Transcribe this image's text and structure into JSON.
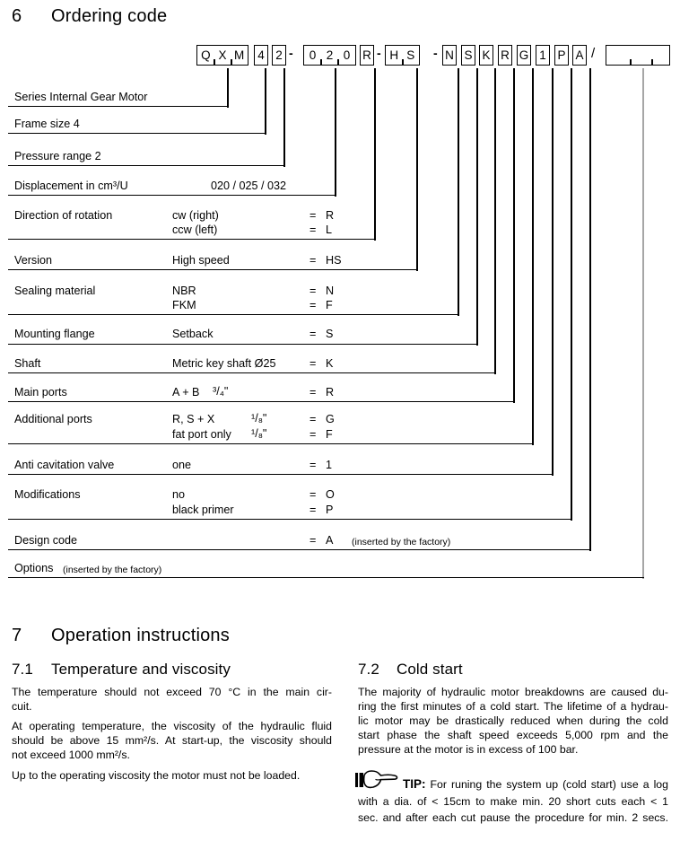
{
  "colors": {
    "ink": "#000000",
    "options_drop_line": "#a6a6a6"
  },
  "sections": {
    "ordering": {
      "num": "6",
      "title": "Ordering code"
    },
    "operation": {
      "num": "7",
      "title": "Operation instructions"
    },
    "temperature": {
      "num": "7.1",
      "title": "Temperature and viscosity",
      "p1": [
        "The temperature should not exceed 70 °C in the main cir-",
        "cuit."
      ],
      "p2": [
        "At operating temperature, the viscosity of the hydraulic fluid",
        "should be above 15 mm²/s. At start-up, the viscosity should",
        "not exceed 1000 mm²/s."
      ],
      "p3": [
        "Up to the operating viscosity the motor must not be loaded."
      ]
    },
    "coldstart": {
      "num": "7.2",
      "title": "Cold start",
      "p1": [
        "The majority of hydraulic motor breakdowns are caused du-",
        "ring the first minutes of a cold start. The lifetime of a hydrau-",
        "lic motor may be drastically reduced when during the cold",
        "start phase the shaft speed exceeds 5,000 rpm and the",
        "pressure at the motor is in excess of 100 bar."
      ],
      "tip_label": "TIP:",
      "tip_lines": [
        "For runing the system up (cold start) use a log",
        "with a dia. of < 15cm to make min. 20 short cuts each < 1",
        "sec. and after each cut pause the procedure for min. 2 secs."
      ]
    }
  },
  "code_row": {
    "series_cells": [
      "Q",
      "X",
      "M"
    ],
    "frame": "4",
    "pressure": "2",
    "dash1": "-",
    "disp_cells": [
      "0",
      "2",
      "0"
    ],
    "rotation": "R",
    "dash2": "-",
    "version_cells": [
      "H",
      "S"
    ],
    "dash3": "-",
    "sealing": "N",
    "flange": "S",
    "shaft": "K",
    "ports": "R",
    "addports": "G",
    "valve": "1",
    "mods": "P",
    "design": "A",
    "slash": "/",
    "options_cells": [
      "",
      "",
      ""
    ]
  },
  "rows": [
    {
      "label": "Series Internal Gear Motor"
    },
    {
      "label": "Frame size 4"
    },
    {
      "label": "Pressure range 2"
    },
    {
      "label": "Displacement in cm³/U",
      "value": "020 / 025 / 032"
    },
    {
      "label": "Direction of rotation",
      "opts": [
        {
          "t": "cw (right)",
          "eq": "=",
          "c": "R"
        },
        {
          "t": "ccw (left)",
          "eq": "=",
          "c": "L"
        }
      ]
    },
    {
      "label": "Version",
      "opts": [
        {
          "t": "High speed",
          "eq": "=",
          "c": "HS"
        }
      ]
    },
    {
      "label": "Sealing material",
      "opts": [
        {
          "t": "NBR",
          "eq": "=",
          "c": "N"
        },
        {
          "t": "FKM",
          "eq": "=",
          "c": "F"
        }
      ]
    },
    {
      "label": "Mounting flange",
      "opts": [
        {
          "t": "Setback",
          "eq": "=",
          "c": "S"
        }
      ]
    },
    {
      "label": "Shaft",
      "opts": [
        {
          "t": "Metric key shaft  Ø25",
          "eq": "=",
          "c": "K"
        }
      ]
    },
    {
      "label": "Main ports",
      "opts": [
        {
          "t": "A + B",
          "frac": "³/₄\"",
          "eq": "=",
          "c": "R"
        }
      ]
    },
    {
      "label": "Additional ports",
      "opts": [
        {
          "t": "R, S + X",
          "frac": "¹/₈\"",
          "eq": "=",
          "c": "G"
        },
        {
          "t": "fat port only",
          "frac": "¹/₈\"",
          "eq": "=",
          "c": "F"
        }
      ]
    },
    {
      "label": "Anti cavitation valve",
      "opts": [
        {
          "t": "one",
          "eq": "=",
          "c": "1"
        }
      ]
    },
    {
      "label": "Modifications",
      "opts": [
        {
          "t": "no",
          "eq": "=",
          "c": "O"
        },
        {
          "t": "black primer",
          "eq": "=",
          "c": "P"
        }
      ]
    },
    {
      "label": "Design code",
      "opts": [
        {
          "t": "",
          "eq": "=",
          "c": "A"
        }
      ],
      "note": "(inserted by the factory)"
    },
    {
      "label": "Options",
      "note": "(inserted by the factory)"
    }
  ]
}
